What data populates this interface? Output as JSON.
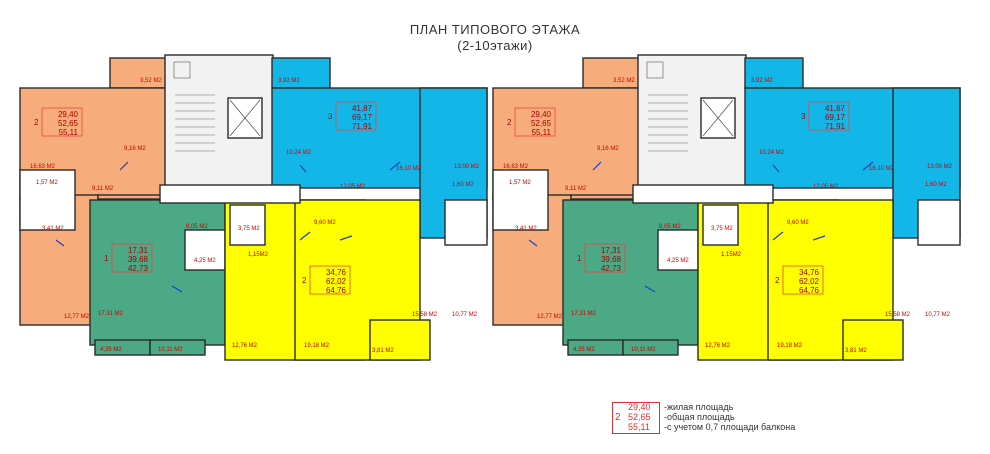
{
  "title": "ПЛАН ТИПОВОГО ЭТАЖА",
  "subtitle": "(2-10этажи)",
  "colors": {
    "orange": "#F7AD7B",
    "green": "#4BA986",
    "yellow": "#FFFF00",
    "blue": "#12B7E8",
    "wall": "#2a2a2a",
    "stair": "#f2f2f2"
  },
  "apartments": [
    {
      "id": "apt2",
      "rooms": "2",
      "living": "29,40",
      "total": "52,65",
      "balcony_total": "55,11"
    },
    {
      "id": "apt3",
      "rooms": "3",
      "living": "41,87",
      "total": "69,17",
      "balcony_total": "71,91"
    },
    {
      "id": "apt1",
      "rooms": "1",
      "living": "17,31",
      "total": "39,68",
      "balcony_total": "42,73"
    },
    {
      "id": "apt2y",
      "rooms": "2",
      "living": "34,76",
      "total": "62,02",
      "balcony_total": "64,76"
    }
  ],
  "room_labels": [
    "3,52 М2",
    "3,92 М2",
    "16,63 М2",
    "9,16 М2",
    "10,24 М2",
    "16,10 М2",
    "13,00 М2",
    "9,11 М2",
    "12,05 М2",
    "1,57 М2",
    "1,60 М2",
    "3,41 М2",
    "8,05 М2",
    "3,75 М2",
    "9,60 М2",
    "4,25 М2",
    "1,15М2",
    "12,77 М2",
    "17,31 М2",
    "15,58 М2",
    "10,77 М2",
    "4,35 М2",
    "10,11 М2",
    "12,76 М2",
    "19,18 М2",
    "3,81 М2"
  ],
  "legend": {
    "rooms": "2",
    "living_value": "29,40",
    "living_desc": "-жилая площадь",
    "total_value": "52,65",
    "total_desc": "-общая площадь",
    "balcony_value": "55,11",
    "balcony_desc": "-с учетом 0,7 площади балкона"
  }
}
